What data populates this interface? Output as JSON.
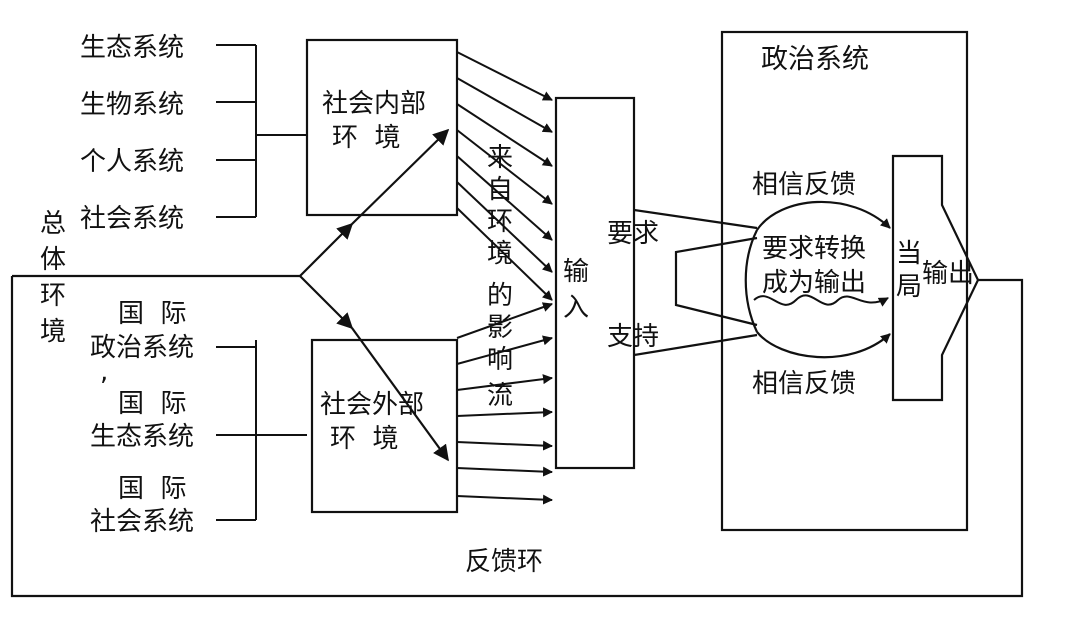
{
  "diagram": {
    "left_systems": [
      "生态系统",
      "生物系统",
      "个人系统",
      "社会系统"
    ],
    "total_env": [
      "总",
      "体",
      "环",
      "境"
    ],
    "intl_systems": [
      [
        "国  际",
        "政治系统"
      ],
      [
        ",",
        "国  际",
        "生态系统"
      ],
      [
        "国  际",
        "社会系统"
      ]
    ],
    "internal_env": [
      "社会内部",
      "环  境"
    ],
    "external_env": [
      "社会外部",
      "环  境"
    ],
    "influence_flow": [
      "来",
      "自",
      "环",
      "境",
      "的",
      "影",
      "响",
      "流"
    ],
    "input": [
      "输",
      "入"
    ],
    "demand": "要求",
    "support": "支持",
    "political_system": "政治系统",
    "feedback_top": "相信反馈",
    "feedback_bottom": "相信反馈",
    "conversion": [
      "要求转换",
      "成为输出"
    ],
    "authority": [
      "当",
      "局"
    ],
    "output": "输出",
    "feedback_loop": "反馈环"
  },
  "colors": {
    "ink": "#111111",
    "background": "#ffffff"
  }
}
